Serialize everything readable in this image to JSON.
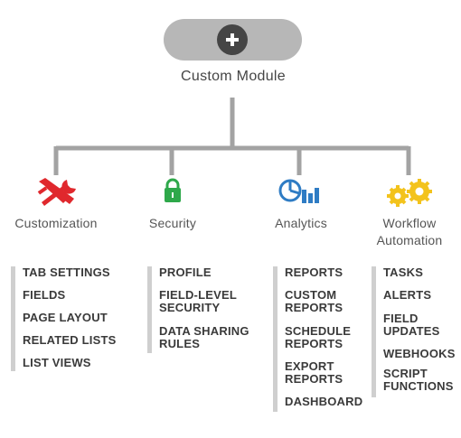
{
  "root": {
    "title": "Custom Module",
    "icon": "plus-icon"
  },
  "colors": {
    "connector": "#a3a3a3",
    "pill": "#b7b7b7",
    "customization": "#e0282d",
    "security": "#2ea84a",
    "analytics": "#2f7cc4",
    "workflow": "#f3c31c",
    "list_bar": "#cfcfcf"
  },
  "categories": [
    {
      "icon": "tools-icon",
      "label": "Customization",
      "items": [
        "TAB SETTINGS",
        "FIELDS",
        "PAGE LAYOUT",
        "RELATED LISTS",
        "LIST VIEWS"
      ]
    },
    {
      "icon": "lock-icon",
      "label": "Security",
      "items": [
        "PROFILE",
        "FIELD-LEVEL\nSECURITY",
        "DATA SHARING\nRULES"
      ]
    },
    {
      "icon": "analytics-icon",
      "label": "Analytics",
      "items": [
        "REPORTS",
        "CUSTOM\nREPORTS",
        "SCHEDULE\nREPORTS",
        "EXPORT\nREPORTS",
        "DASHBOARD"
      ]
    },
    {
      "icon": "gears-icon",
      "label": "Workflow\nAutomation",
      "items": [
        "TASKS",
        "ALERTS",
        "FIELD\nUPDATES",
        "WEBHOOKS",
        "SCRIPT\nFUNCTIONS"
      ]
    }
  ]
}
